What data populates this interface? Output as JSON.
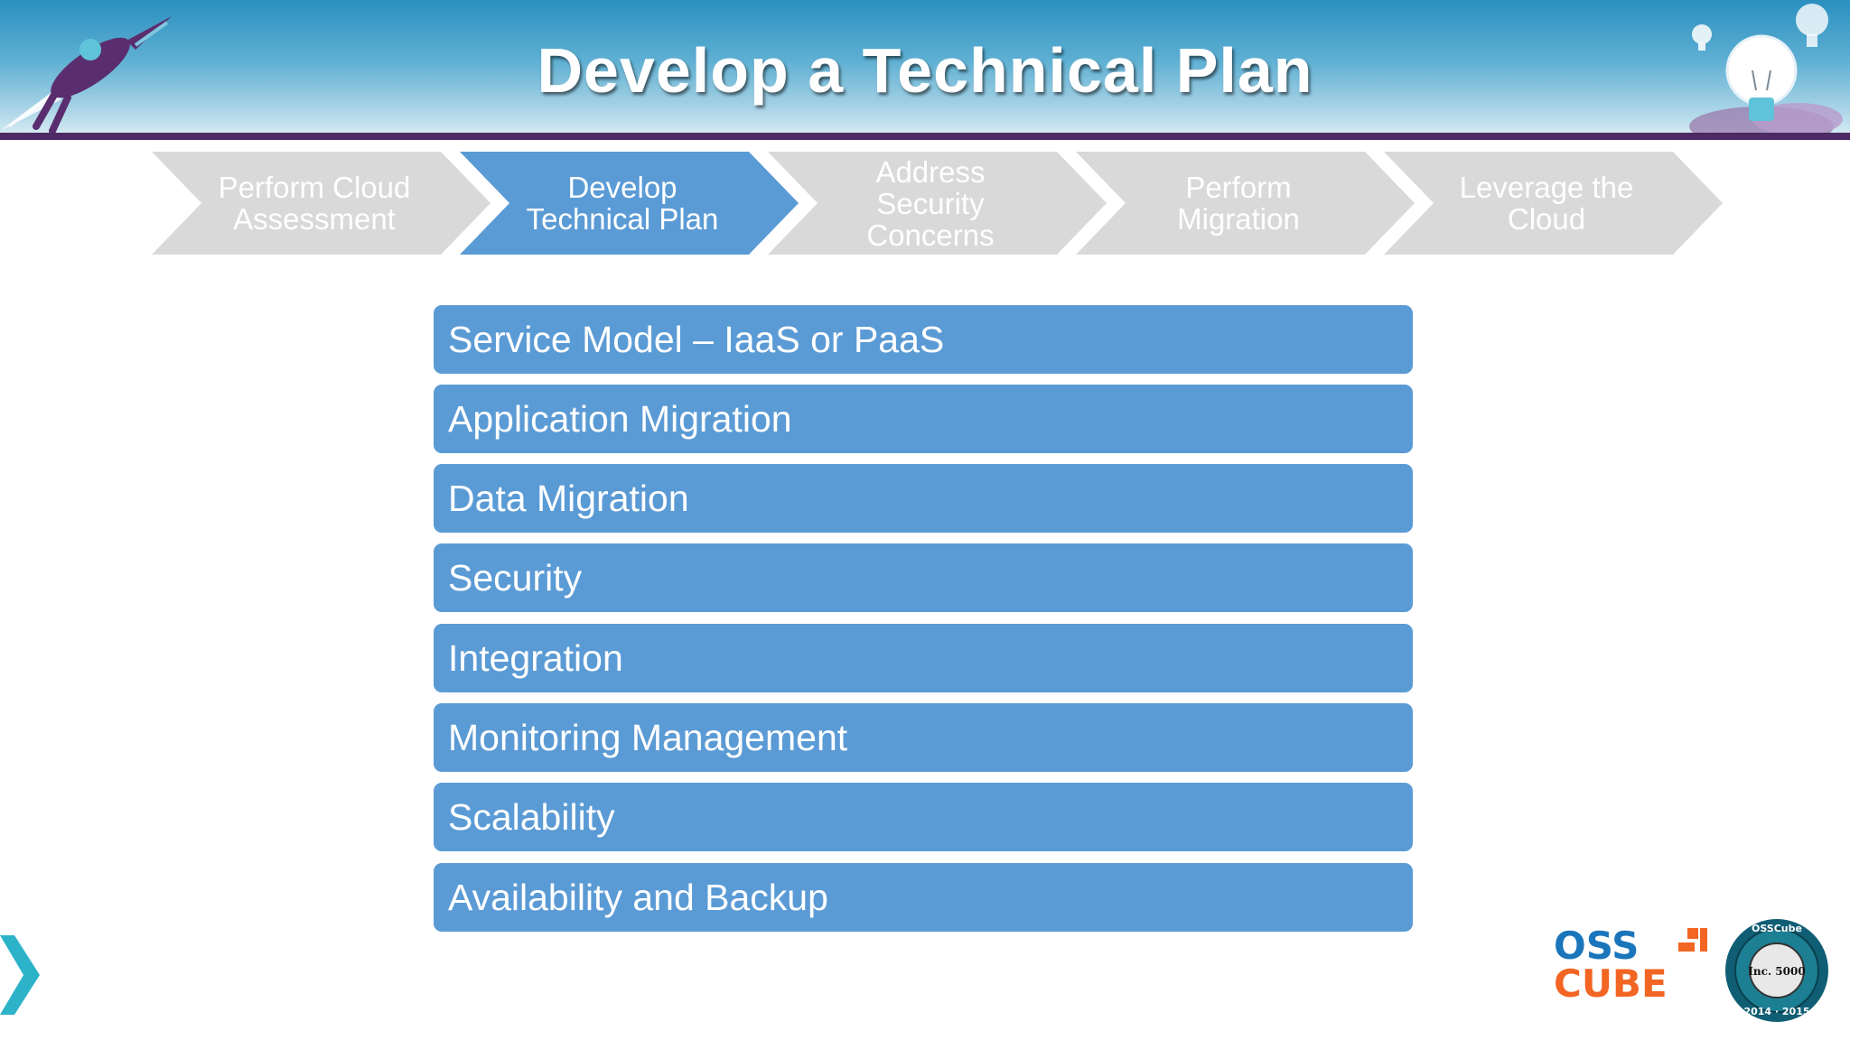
{
  "header": {
    "title": "Develop a Technical Plan"
  },
  "process_steps": [
    {
      "label": "Perform Cloud\nAssessment",
      "active": false
    },
    {
      "label": "Develop\nTechnical Plan",
      "active": true
    },
    {
      "label": "Address\nSecurity\nConcerns",
      "active": false
    },
    {
      "label": "Perform\nMigration",
      "active": false
    },
    {
      "label": "Leverage the\nCloud",
      "active": false
    }
  ],
  "plan_items": [
    "Service Model – IaaS or PaaS",
    "Application Migration",
    "Data Migration",
    "Security",
    "Integration",
    "Monitoring Management",
    "Scalability",
    "Availability and Backup"
  ],
  "colors": {
    "active_step": "#5b9bd5",
    "inactive_step": "#d9d9d9",
    "item_fill": "#5b9bd5",
    "header_rule": "#4d2a63",
    "logo_blue": "#1b75bb",
    "logo_orange": "#f26522"
  },
  "branding": {
    "logo_line1": "OSS",
    "logo_line2": "CUBE",
    "badge_top": "OSSCube",
    "badge_center": "Inc. 5000",
    "badge_years": "2014 · 2015"
  }
}
